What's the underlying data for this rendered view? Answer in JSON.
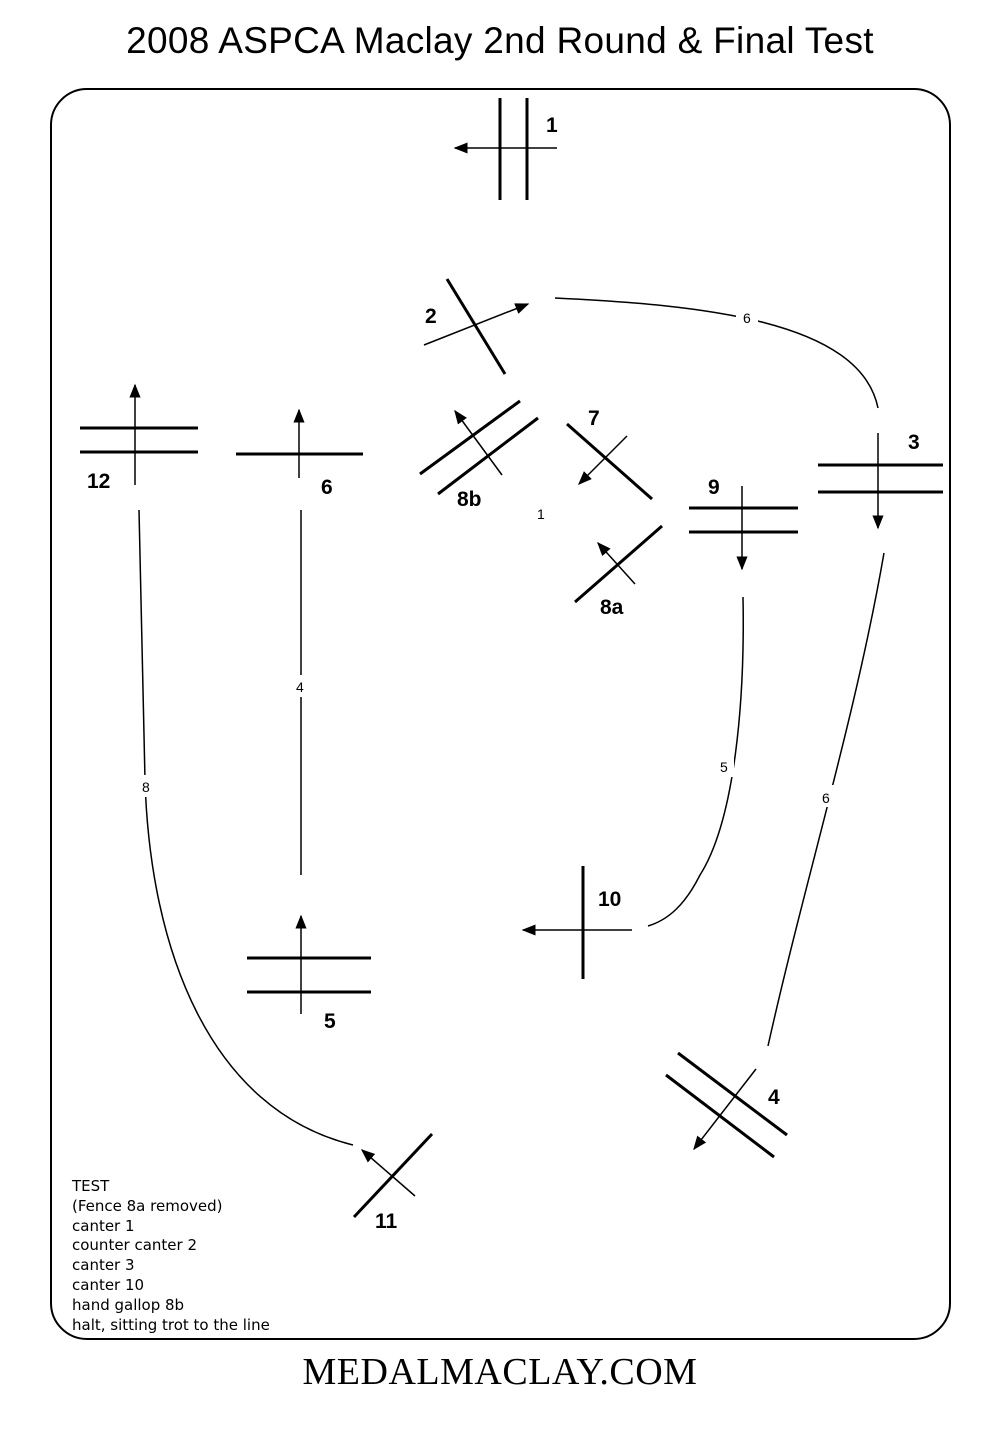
{
  "title": "2008 ASPCA Maclay 2nd Round & Final Test",
  "footer": "MEDALMACLAY.COM",
  "colors": {
    "lines": "#000000",
    "background": "#ffffff"
  },
  "fences": {
    "f1": "1",
    "f2": "2",
    "f3": "3",
    "f4": "4",
    "f5": "5",
    "f6": "6",
    "f7": "7",
    "f8a": "8a",
    "f8b": "8b",
    "f9": "9",
    "f10": "10",
    "f11": "11",
    "f12": "12"
  },
  "strides": {
    "s2_3": "6",
    "s3_4": "6",
    "s5_6": "4",
    "s9_10": "5",
    "s11_12": "8",
    "s8b": "1"
  },
  "test_notes": {
    "heading": "TEST",
    "lines": [
      "(Fence 8a removed)",
      "canter 1",
      "counter canter 2",
      "canter 3",
      "canter 10",
      "hand gallop 8b",
      "halt, sitting trot to the line"
    ]
  }
}
